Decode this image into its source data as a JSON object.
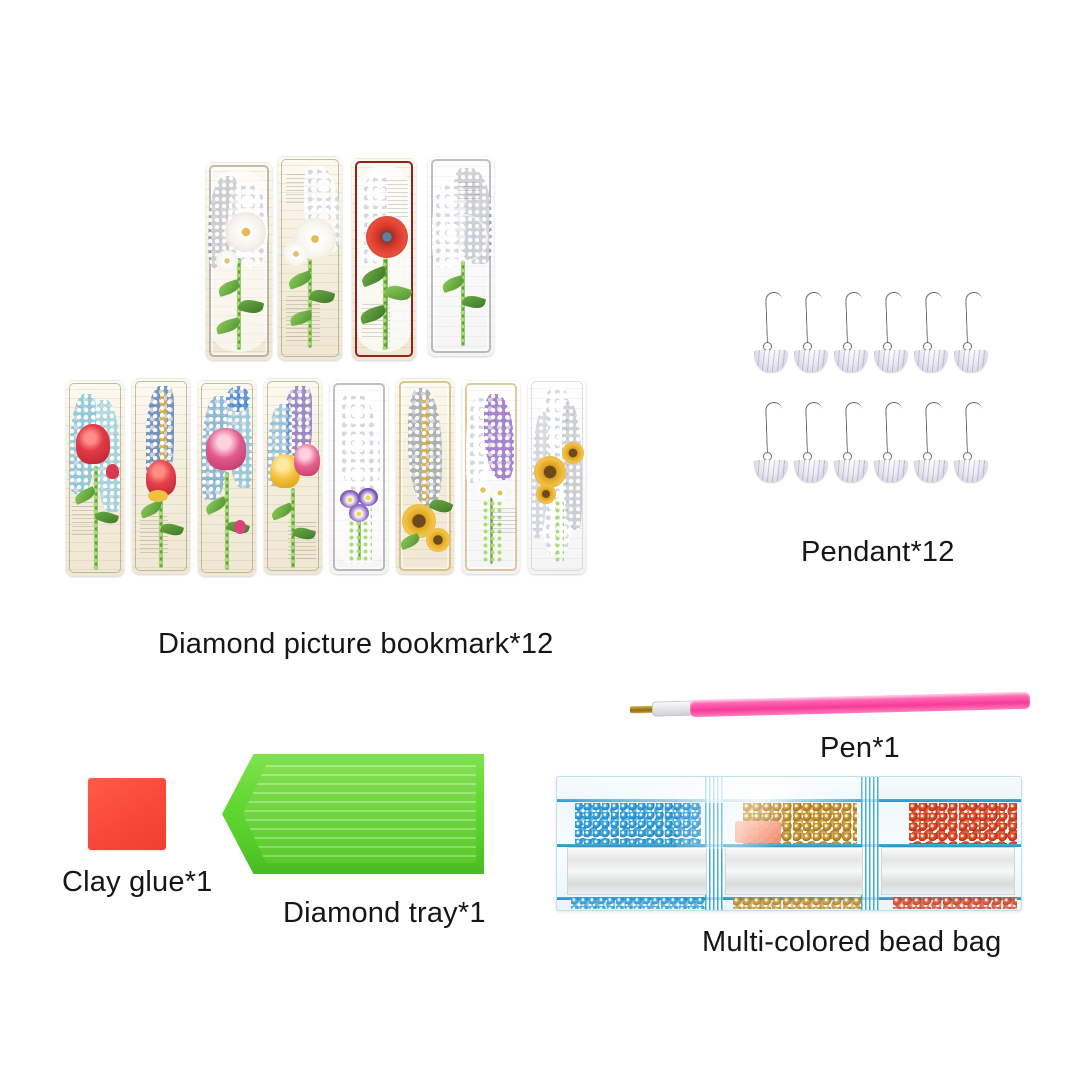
{
  "page": {
    "background": "#ffffff",
    "title": "Diamond painting bookmark kit contents"
  },
  "captions": {
    "bookmarks": "Diamond picture bookmark*12",
    "pendant": "Pendant*12",
    "pen": "Pen*1",
    "clay_glue": "Clay glue*1",
    "diamond_tray": "Diamond tray*1",
    "bead_bag": "Multi-colored bead bag"
  },
  "colors": {
    "pen_body": "#f53b98",
    "pen_tip": "#b9892a",
    "tray": "#5fd42f",
    "clay_glue": "#f9483a",
    "bag_seam": "#1f85b4",
    "pendant_metal": "#d9d6e6",
    "text": "#161616"
  },
  "groups": {
    "bookmarks_row1": {
      "count": 4,
      "items": [
        {
          "name": "white-daisy-grey-feather",
          "frame": "ornate-grey",
          "paper": "cream",
          "flower": "#f2f0ea",
          "accent": "#9aa0a8"
        },
        {
          "name": "white-chrysanthemum-sheet-music",
          "frame": "plain",
          "paper": "cream",
          "flower": "#f6f4ee",
          "accent": "#c9bfa4"
        },
        {
          "name": "red-gerbera-red-border",
          "frame": "red",
          "paper": "cream",
          "flower": "#d7352a",
          "accent": "#8e2420"
        },
        {
          "name": "white-dahlia-grey-feather",
          "frame": "ornate-grey",
          "paper": "white",
          "flower": "#f4f2ec",
          "accent": "#8d9298"
        }
      ]
    },
    "bookmarks_row2": {
      "count": 8,
      "items": [
        {
          "name": "red-tulip-blue-feather",
          "frame": "plain",
          "paper": "cream",
          "flower": "#e23a46",
          "accent": "#49b0cf"
        },
        {
          "name": "blue-feather-red-tulip",
          "frame": "plain",
          "paper": "cream",
          "flower": "#e4404c",
          "accent": "#2f63ad"
        },
        {
          "name": "pink-tulip-blue-leaves",
          "frame": "plain",
          "paper": "cream",
          "flower": "#e05a8c",
          "accent": "#3f8fd0"
        },
        {
          "name": "yellow-pink-tulips-purple-feather",
          "frame": "plain",
          "paper": "cream",
          "flower": "#f2c23a",
          "accent": "#6b4fb0"
        },
        {
          "name": "white-feather-purple-pansy",
          "frame": "ornate-grey",
          "paper": "white",
          "flower": "#8a62c0",
          "accent": "#cfd2d8"
        },
        {
          "name": "grey-feather-sunflower",
          "frame": "ornate-gold",
          "paper": "cream",
          "flower": "#e2a81f",
          "accent": "#6e7682"
        },
        {
          "name": "purple-feather-white-flowers",
          "frame": "ornate-gold",
          "paper": "white",
          "flower": "#7b3fb5",
          "accent": "#e0c489"
        },
        {
          "name": "sunflower-white-feather",
          "frame": "plain",
          "paper": "white",
          "flower": "#dfa21c",
          "accent": "#c9ccd2"
        }
      ]
    },
    "pendants": {
      "count": 12,
      "rows": 2,
      "per_row": 6,
      "shape": "fan-charm-with-hook"
    },
    "bead_bag": {
      "compartments": [
        {
          "name": "blue-beads",
          "color": "#1f7fc0"
        },
        {
          "name": "gold-beads",
          "color": "#b5862a"
        },
        {
          "name": "red-beads",
          "color": "#c8401f"
        }
      ],
      "foil_strips": 3
    }
  }
}
